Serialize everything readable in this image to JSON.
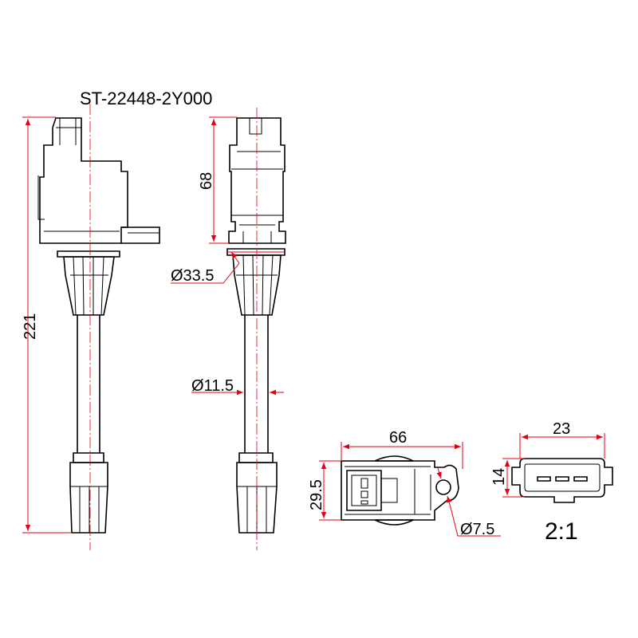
{
  "title": "ST-22448-2Y000",
  "dimensions": {
    "total_length": "221",
    "head_height": "68",
    "boot_diameter": "Ø33.5",
    "tube_diameter": "Ø11.5",
    "width_top": "66",
    "height_top": "29.5",
    "hole_diameter": "Ø7.5",
    "connector_width": "23",
    "connector_height": "14"
  },
  "scale": "2:1",
  "colors": {
    "line": "#000000",
    "dimension": "#e60012",
    "boot_fill": "#a6e3ec"
  }
}
